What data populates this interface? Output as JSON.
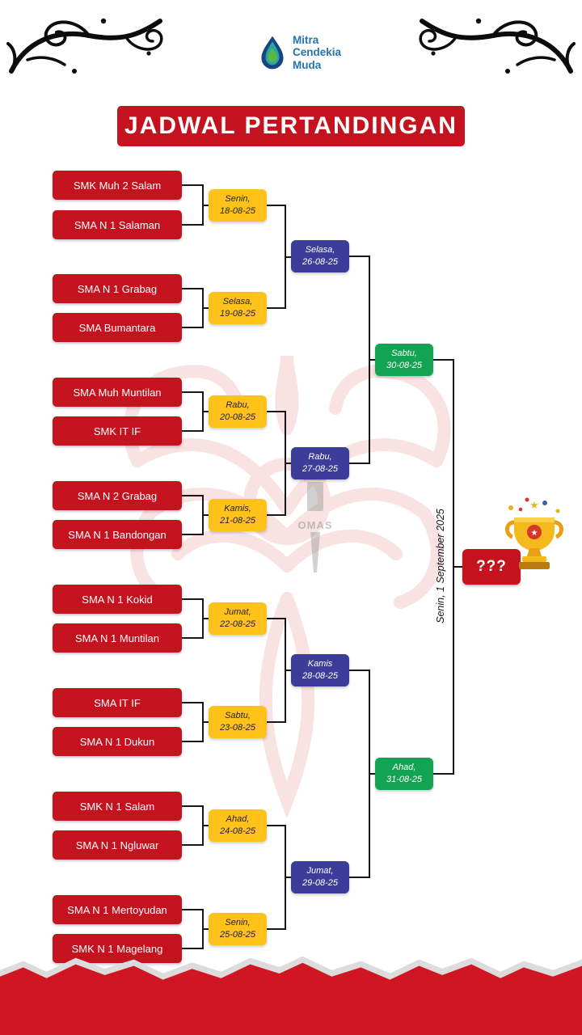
{
  "header": {
    "title": "JADWAL PERTANDINGAN"
  },
  "logo": {
    "line1": "Mitra",
    "line2": "Cendekia",
    "line3": "Muda"
  },
  "watermark": {
    "text": "OMAS"
  },
  "bracket": {
    "round1": [
      {
        "teamA": "SMK Muh 2 Salam",
        "teamB": "SMA N 1 Salaman",
        "day": "Senin,",
        "date": "18-08-25"
      },
      {
        "teamA": "SMA N 1 Grabag",
        "teamB": "SMA Bumantara",
        "day": "Selasa,",
        "date": "19-08-25"
      },
      {
        "teamA": "SMA Muh Muntilan",
        "teamB": "SMK IT IF",
        "day": "Rabu,",
        "date": "20-08-25"
      },
      {
        "teamA": "SMA N 2 Grabag",
        "teamB": "SMA N 1 Bandongan",
        "day": "Kamis,",
        "date": "21-08-25"
      },
      {
        "teamA": "SMA N 1 Kokid",
        "teamB": "SMA N 1 Muntilan",
        "day": "Jumat,",
        "date": "22-08-25"
      },
      {
        "teamA": "SMA IT IF",
        "teamB": "SMA N 1 Dukun",
        "day": "Sabtu,",
        "date": "23-08-25"
      },
      {
        "teamA": "SMK N 1 Salam",
        "teamB": "SMA N 1 Ngluwar",
        "day": "Ahad,",
        "date": "24-08-25"
      },
      {
        "teamA": "SMA N 1 Mertoyudan",
        "teamB": "SMK N 1 Magelang",
        "day": "Senin,",
        "date": "25-08-25"
      }
    ],
    "round2": [
      {
        "day": "Selasa,",
        "date": "26-08-25"
      },
      {
        "day": "Rabu,",
        "date": "27-08-25"
      },
      {
        "day": "Kamis",
        "date": "28-08-25"
      },
      {
        "day": "Jumat,",
        "date": "29-08-25"
      }
    ],
    "round3": [
      {
        "day": "Sabtu,",
        "date": "30-08-25"
      },
      {
        "day": "Ahad,",
        "date": "31-08-25"
      }
    ],
    "final": {
      "date_text": "Senin, 1 September 2025",
      "placeholder": "???"
    }
  },
  "colors": {
    "red": "#c5121f",
    "yellow": "#ffc21a",
    "blue": "#3c3c99",
    "green": "#12a452"
  }
}
